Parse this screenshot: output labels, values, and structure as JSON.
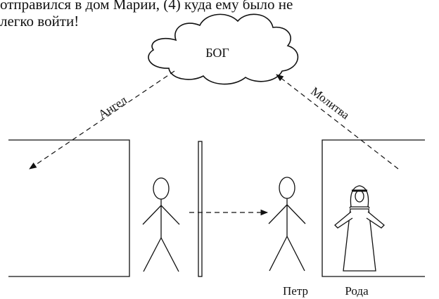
{
  "text": {
    "line1": "отправился в дом Марии, (4) куда ему было не",
    "line2": "легко войти!"
  },
  "diagram": {
    "cloud_label": "БОГ",
    "left_arrow_label": "Ангел",
    "right_arrow_label": "Молитва",
    "label_peter": "Петр",
    "label_roda": "Рода"
  }
}
